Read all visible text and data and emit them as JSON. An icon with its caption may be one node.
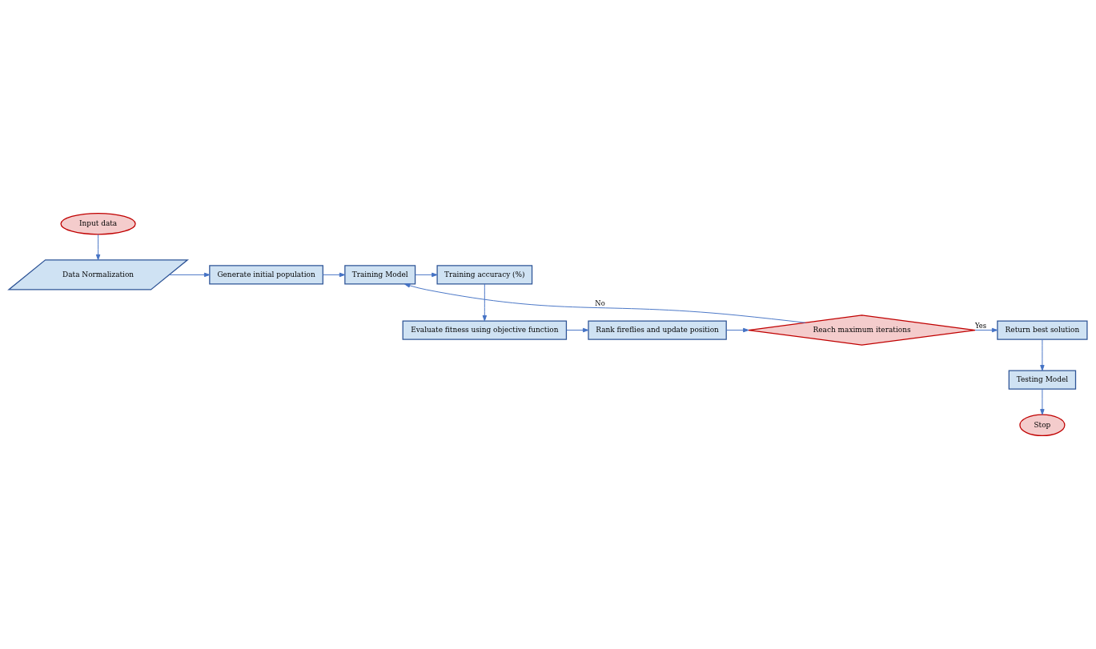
{
  "diagram": {
    "nodes": [
      {
        "text": [
          "Input data"
        ]
      },
      {
        "text": [
          "Data Normalization"
        ]
      },
      {
        "text": [
          "Generate initial population"
        ]
      },
      {
        "text": [
          "Training Model"
        ]
      },
      {
        "text": [
          "Training accuracy (%)"
        ]
      },
      {
        "text": [
          "Evaluate fitness using objective function"
        ]
      },
      {
        "text": [
          "Rank fireflies and update position"
        ]
      },
      {
        "text": [
          "Reach maximum iterations"
        ]
      },
      {
        "text": [
          "Return best solution"
        ]
      },
      {
        "text": [
          "Testing Model"
        ]
      },
      {
        "text": [
          "Stop"
        ]
      }
    ],
    "edges": [
      {
        "from": 0,
        "to": 1,
        "arrow": "to"
      },
      {
        "from": 1,
        "to": 2,
        "arrow": "to"
      },
      {
        "from": 2,
        "to": 3,
        "arrow": "to"
      },
      {
        "from": 3,
        "to": 4,
        "arrow": "to"
      },
      {
        "from": 4,
        "to": 5,
        "arrow": "to"
      },
      {
        "from": 5,
        "to": 6,
        "arrow": "to"
      },
      {
        "from": 6,
        "to": 7,
        "arrow": "to"
      },
      {
        "from": 7,
        "to": 3,
        "arrow": "to",
        "label": "No"
      },
      {
        "from": 7,
        "to": 8,
        "arrow": "to",
        "label": "Yes"
      },
      {
        "from": 8,
        "to": 9,
        "arrow": "to"
      },
      {
        "from": 9,
        "to": 10,
        "arrow": "to"
      }
    ]
  }
}
